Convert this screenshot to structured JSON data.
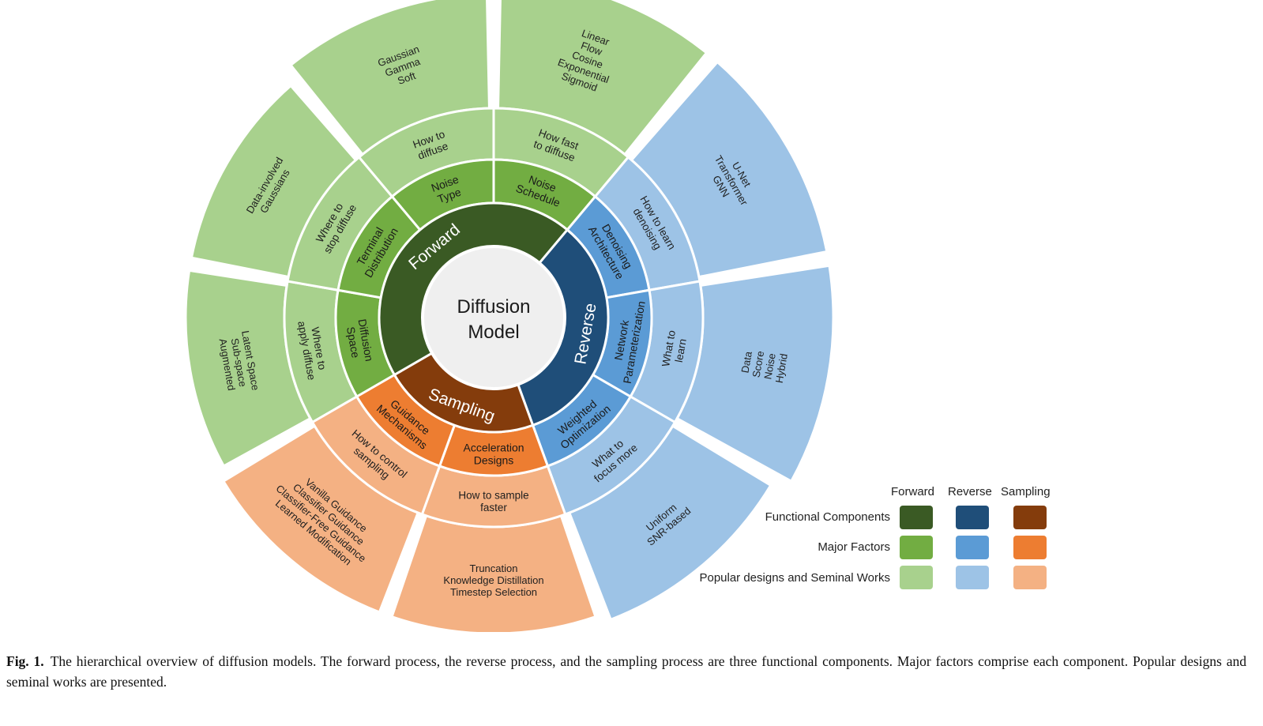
{
  "center": {
    "line1": "Diffusion",
    "line2": "Model"
  },
  "colors": {
    "forward": [
      "#3a5a24",
      "#72ad42",
      "#a8d18d"
    ],
    "reverse": [
      "#1f4e79",
      "#5b9bd5",
      "#9dc3e6"
    ],
    "sampling": [
      "#843c0c",
      "#ed7d31",
      "#f4b183"
    ]
  },
  "components": [
    {
      "key": "forward",
      "label": "Forward"
    },
    {
      "key": "reverse",
      "label": "Reverse"
    },
    {
      "key": "sampling",
      "label": "Sampling"
    }
  ],
  "factors": [
    {
      "group": "forward",
      "factor": [
        "Diffusion",
        "Space"
      ],
      "question": [
        "Where to",
        "apply diffuse"
      ],
      "designs": [
        "Latent Space",
        "Sub-space",
        "Augmented"
      ]
    },
    {
      "group": "forward",
      "factor": [
        "Terminal",
        "Distribution"
      ],
      "question": [
        "Where to",
        "stop diffuse"
      ],
      "designs": [
        "Data-involved",
        "Gaussians"
      ]
    },
    {
      "group": "forward",
      "factor": [
        "Noise",
        "Type"
      ],
      "question": [
        "How to",
        "diffuse"
      ],
      "designs": [
        "Gaussian",
        "Gamma",
        "Soft"
      ]
    },
    {
      "group": "forward",
      "factor": [
        "Noise",
        "Schedule"
      ],
      "question": [
        "How fast",
        "to diffuse"
      ],
      "designs": [
        "Linear",
        "Flow",
        "Cosine",
        "Exponential",
        "Sigmoid"
      ]
    },
    {
      "group": "reverse",
      "factor": [
        "Denoising",
        "Architecture"
      ],
      "question": [
        "How to learn",
        "denoising"
      ],
      "designs": [
        "U-Net",
        "Transformer",
        "GNN"
      ]
    },
    {
      "group": "reverse",
      "factor": [
        "Network",
        "Parameterization"
      ],
      "question": [
        "What to",
        "learn"
      ],
      "designs": [
        "Data",
        "Score",
        "Noise",
        "Hybrid"
      ]
    },
    {
      "group": "reverse",
      "factor": [
        "Weighted",
        "Optimization"
      ],
      "question": [
        "What to",
        "focus more"
      ],
      "designs": [
        "Uniform",
        "SNR-based"
      ]
    },
    {
      "group": "sampling",
      "factor": [
        "Acceleration",
        "Designs"
      ],
      "question": [
        "How to sample",
        "faster"
      ],
      "designs": [
        "Truncation",
        "Knowledge Distillation",
        "Timestep Selection"
      ]
    },
    {
      "group": "sampling",
      "factor": [
        "Guidance",
        "Mechanisms"
      ],
      "question": [
        "How to control",
        "sampling"
      ],
      "designs": [
        "Vanilla Guidance",
        "Classifier Guidance",
        "Classifier-Free Guidance",
        "Learned Modification"
      ]
    }
  ],
  "legend": {
    "columns": [
      "Forward",
      "Reverse",
      "Sampling"
    ],
    "rows": [
      "Functional Components",
      "Major Factors",
      "Popular designs and Seminal Works"
    ]
  },
  "caption": {
    "label": "Fig. 1.",
    "text": "The hierarchical overview of diffusion models. The forward process, the reverse process, and the sampling process are three functional components. Major factors comprise each component. Popular designs and seminal works are presented."
  }
}
